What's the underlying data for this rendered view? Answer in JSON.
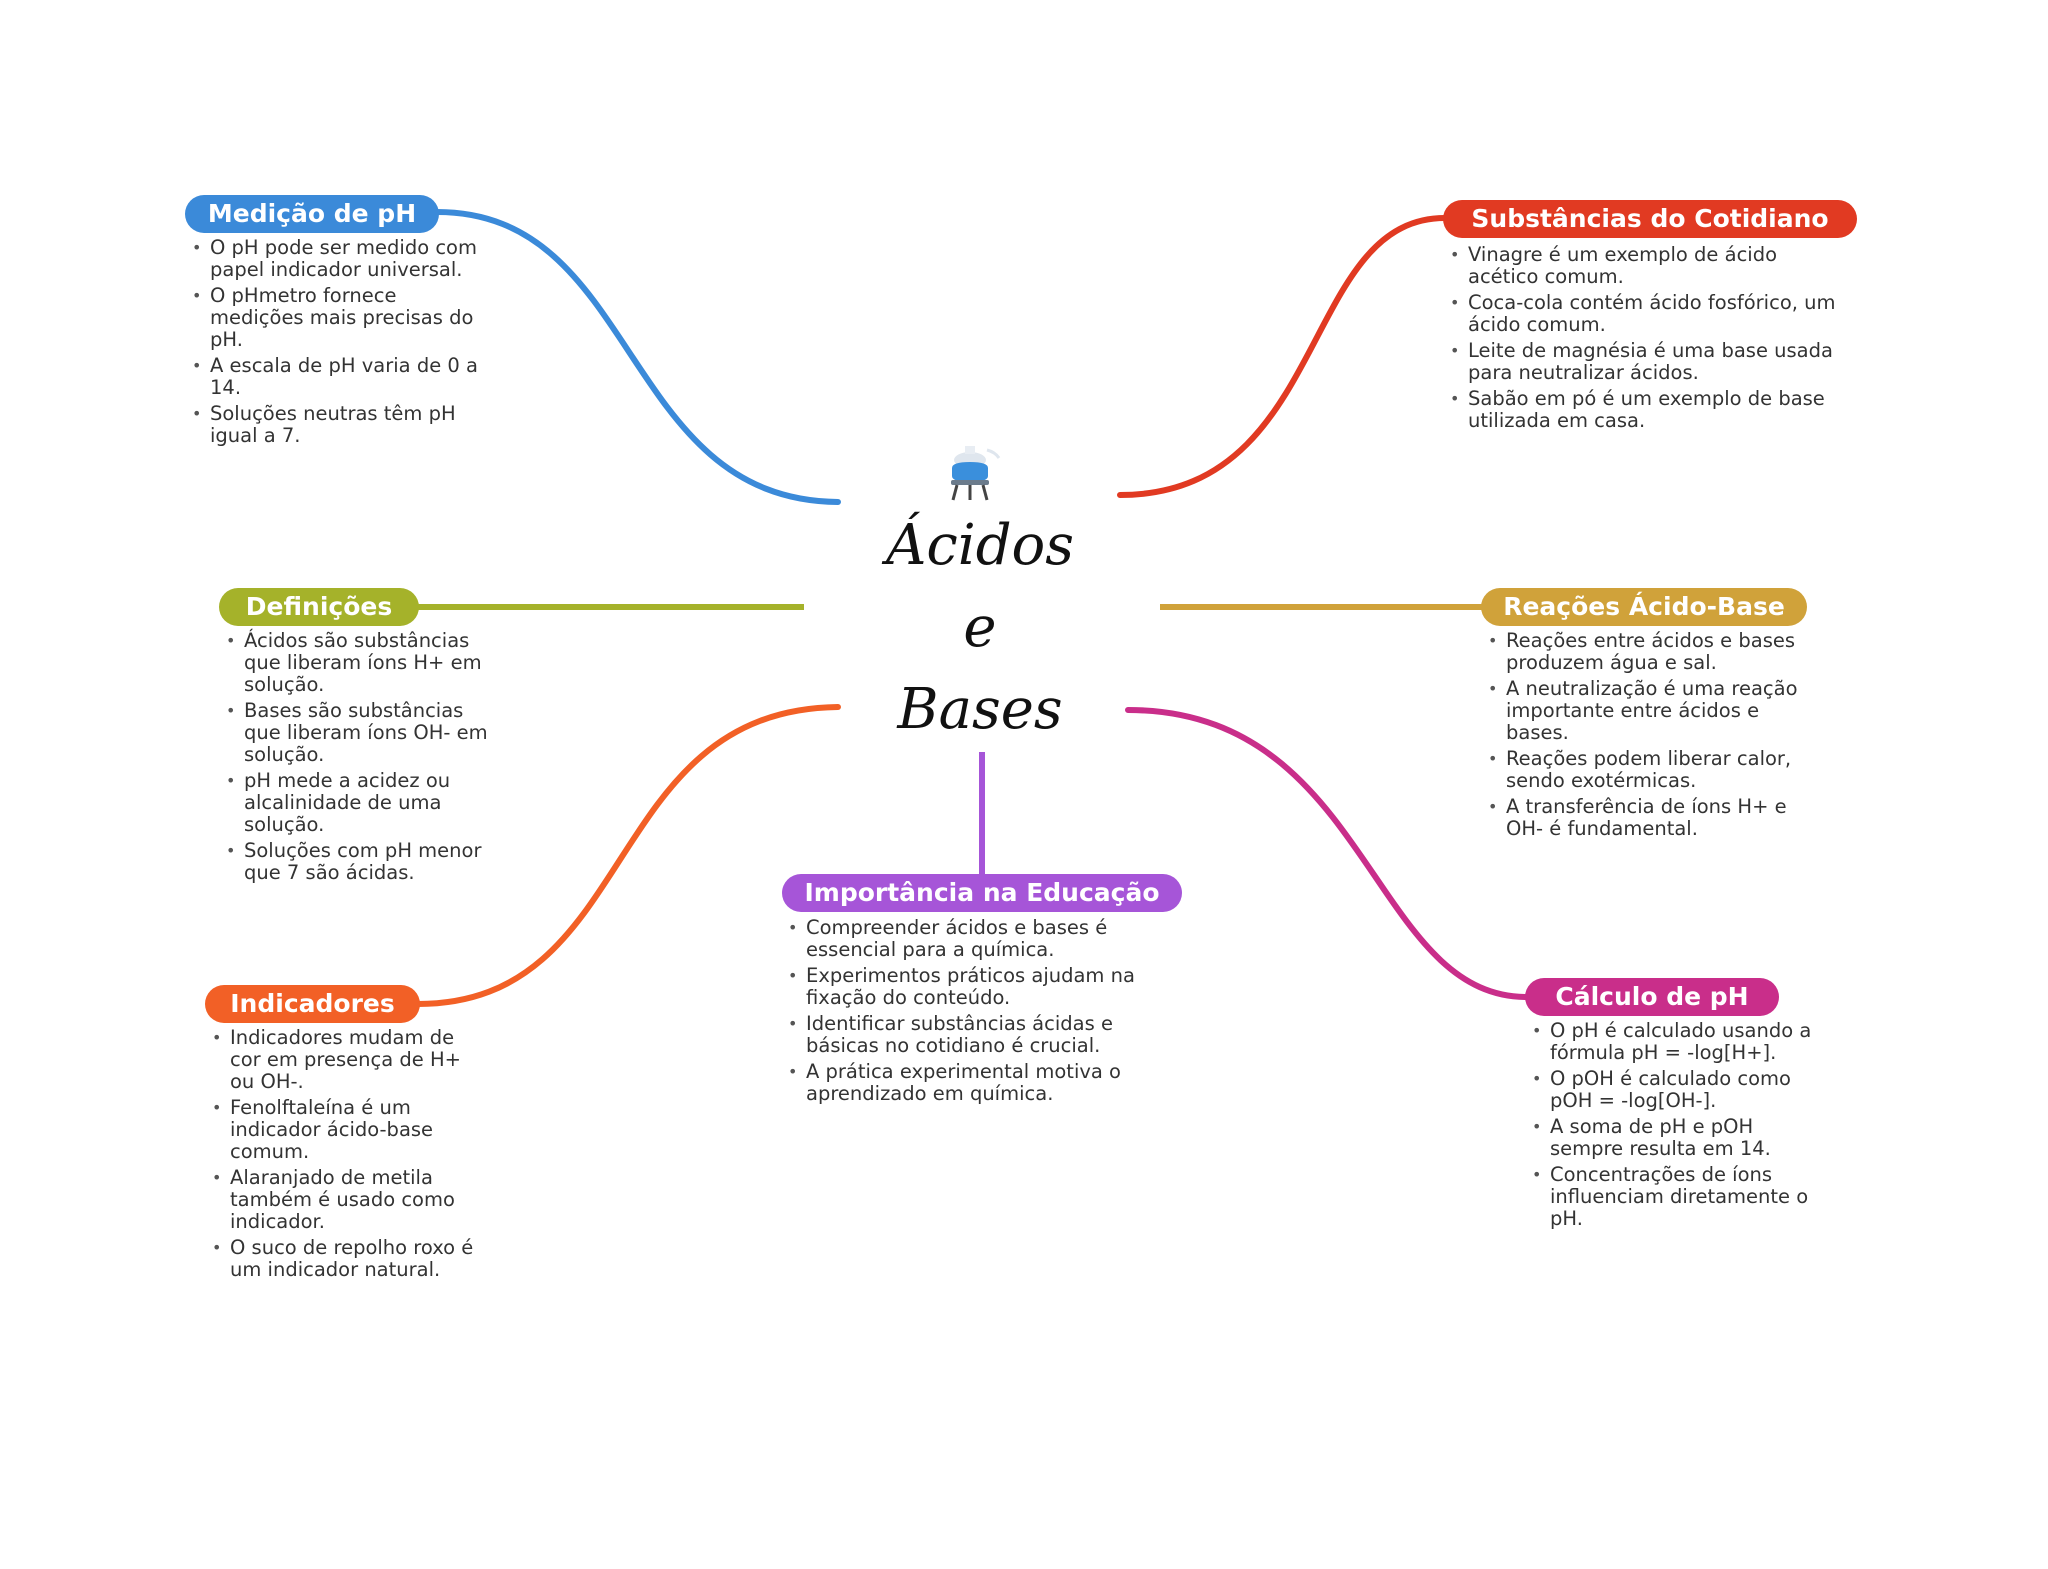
{
  "central": {
    "lines": [
      "Ácidos",
      "e",
      "Bases"
    ],
    "icon": "flask-icon"
  },
  "branches": [
    {
      "id": "medicao",
      "title": "Medição de pH",
      "color": "#3b8ad9",
      "items": [
        "O pH pode ser medido com papel indicador universal.",
        "O pHmetro fornece medições mais precisas do pH.",
        "A escala de pH varia de 0 a 14.",
        "Soluções neutras têm pH igual a 7."
      ]
    },
    {
      "id": "definicoes",
      "title": "Definições",
      "color": "#a5b22a",
      "items": [
        "Ácidos são substâncias que liberam íons H+ em solução.",
        "Bases são substâncias que liberam íons OH- em solução.",
        "pH mede a acidez ou alcalinidade de uma solução.",
        "Soluções com pH menor que 7 são ácidas."
      ]
    },
    {
      "id": "indicadores",
      "title": "Indicadores",
      "color": "#f26026",
      "items": [
        "Indicadores mudam de cor em presença de H+ ou OH-.",
        "Fenolftaleína é um indicador ácido-base comum.",
        "Alaranjado de metila também é usado como indicador.",
        "O suco de repolho roxo é um indicador natural."
      ]
    },
    {
      "id": "educacao",
      "title": "Importância na Educação",
      "color": "#a655d8",
      "items": [
        "Compreender ácidos e bases é essencial para a química.",
        "Experimentos práticos ajudam na fixação do conteúdo.",
        "Identificar substâncias ácidas e básicas no cotidiano é crucial.",
        "A prática experimental motiva o aprendizado em química."
      ]
    },
    {
      "id": "cotidiano",
      "title": "Substâncias do Cotidiano",
      "color": "#e13a22",
      "items": [
        "Vinagre é um exemplo de ácido acético comum.",
        "Coca-cola contém ácido fosfórico, um ácido comum.",
        "Leite de magnésia é uma base usada para neutralizar ácidos.",
        "Sabão em pó é um exemplo de base utilizada em casa."
      ]
    },
    {
      "id": "reacoes",
      "title": "Reações Ácido-Base",
      "color": "#d0a23a",
      "items": [
        "Reações entre ácidos e bases produzem água e sal.",
        "A neutralização é uma reação importante entre ácidos e bases.",
        "Reações podem liberar calor, sendo exotérmicas.",
        "A transferência de íons H+ e OH- é fundamental."
      ]
    },
    {
      "id": "calculo",
      "title": "Cálculo de pH",
      "color": "#c92e8a",
      "items": [
        "O pH é calculado usando a fórmula pH = -log[H+].",
        "O pOH é calculado como pOH = -log[OH-].",
        "A soma de pH e pOH sempre resulta em 14.",
        "Concentrações de íons influenciam diretamente o pH."
      ]
    }
  ]
}
